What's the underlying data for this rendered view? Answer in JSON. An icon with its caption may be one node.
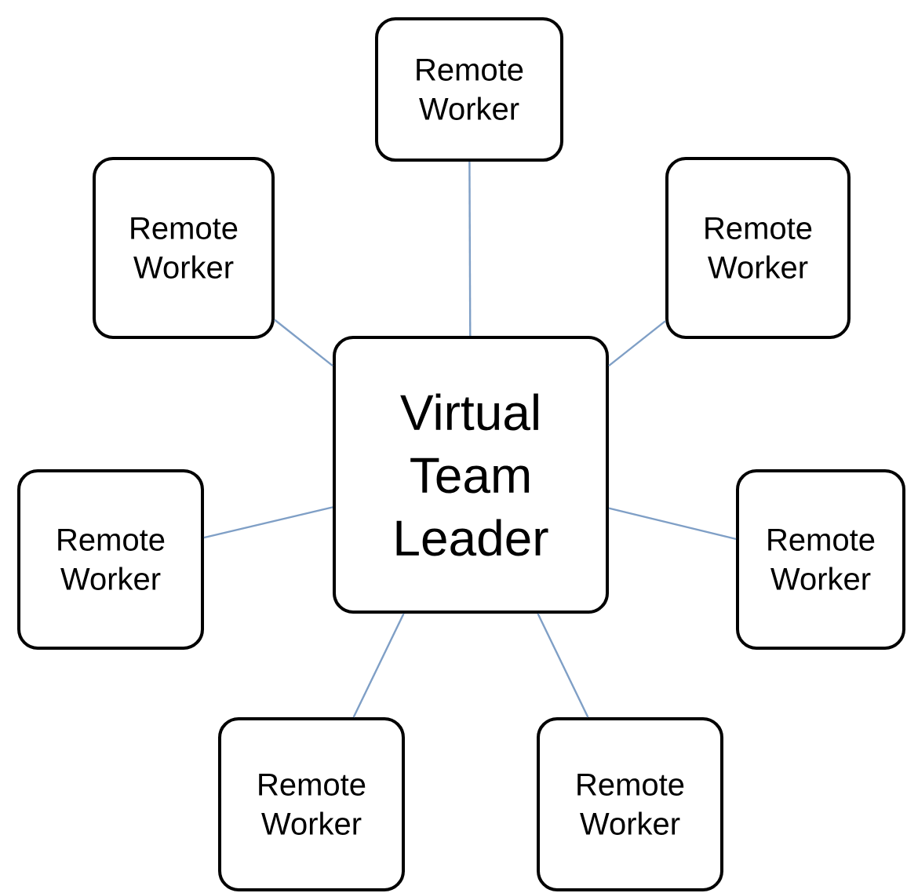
{
  "diagram": {
    "nodes": [
      {
        "text": [
          "Remote Worker"
        ]
      },
      {
        "text": [
          "Remote Worker"
        ]
      },
      {
        "text": [
          "Remote Worker"
        ]
      },
      {
        "text": [
          "Virtual Team Leader"
        ]
      },
      {
        "text": [
          "Remote Worker"
        ]
      },
      {
        "text": [
          "Remote Worker"
        ]
      },
      {
        "text": [
          "Remote Worker"
        ]
      },
      {
        "text": [
          "Remote Worker"
        ]
      }
    ],
    "edges": [
      {
        "from": 3,
        "to": 0,
        "arrow": "none",
        "color": "#7f9fc6"
      },
      {
        "from": 3,
        "to": 1,
        "arrow": "none",
        "color": "#7f9fc6"
      },
      {
        "from": 3,
        "to": 2,
        "arrow": "none",
        "color": "#7f9fc6"
      },
      {
        "from": 3,
        "to": 4,
        "arrow": "none",
        "color": "#7f9fc6"
      },
      {
        "from": 3,
        "to": 5,
        "arrow": "none",
        "color": "#7f9fc6"
      },
      {
        "from": 3,
        "to": 6,
        "arrow": "none",
        "color": "#7f9fc6"
      },
      {
        "from": 3,
        "to": 7,
        "arrow": "none",
        "color": "#7f9fc6"
      }
    ]
  }
}
